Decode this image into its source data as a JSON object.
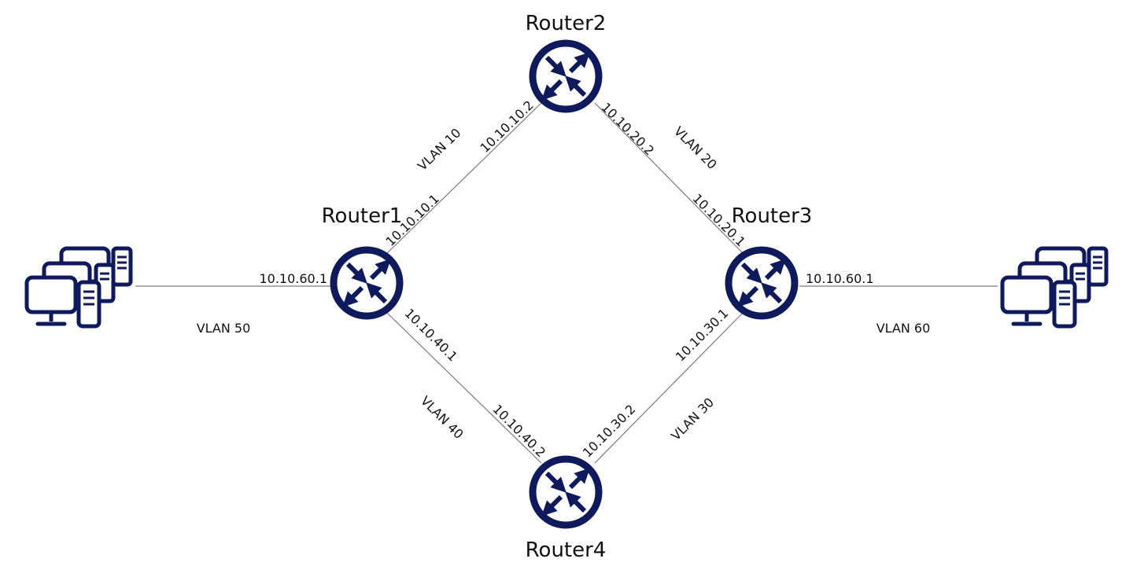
{
  "colors": {
    "icon": "#0e1a5c",
    "link": "#7a7a7a",
    "text": "#111111"
  },
  "routers": [
    {
      "id": "r1",
      "label": "Router1",
      "icon": "router-icon"
    },
    {
      "id": "r2",
      "label": "Router2",
      "icon": "router-icon"
    },
    {
      "id": "r3",
      "label": "Router3",
      "icon": "router-icon"
    },
    {
      "id": "r4",
      "label": "Router4",
      "icon": "router-icon"
    }
  ],
  "hosts": [
    {
      "id": "left",
      "icon": "workstations-icon"
    },
    {
      "id": "right",
      "icon": "workstations-icon"
    }
  ],
  "links": [
    {
      "id": "r1-r2",
      "vlan": "VLAN 10",
      "ip_a": "10.10.10.1",
      "ip_b": "10.10.10.2"
    },
    {
      "id": "r2-r3",
      "vlan": "VLAN 20",
      "ip_a": "10.10.20.2",
      "ip_b": "10.10.20.1"
    },
    {
      "id": "r3-r4",
      "vlan": "VLAN 30",
      "ip_a": "10.10.30.1",
      "ip_b": "10.10.30.2"
    },
    {
      "id": "r1-r4",
      "vlan": "VLAN 40",
      "ip_a": "10.10.40.1",
      "ip_b": "10.10.40.2"
    },
    {
      "id": "hostL-r1",
      "vlan": "VLAN 50",
      "ip": "10.10.60.1"
    },
    {
      "id": "r3-hostR",
      "vlan": "VLAN 60",
      "ip": "10.10.60.1"
    }
  ]
}
